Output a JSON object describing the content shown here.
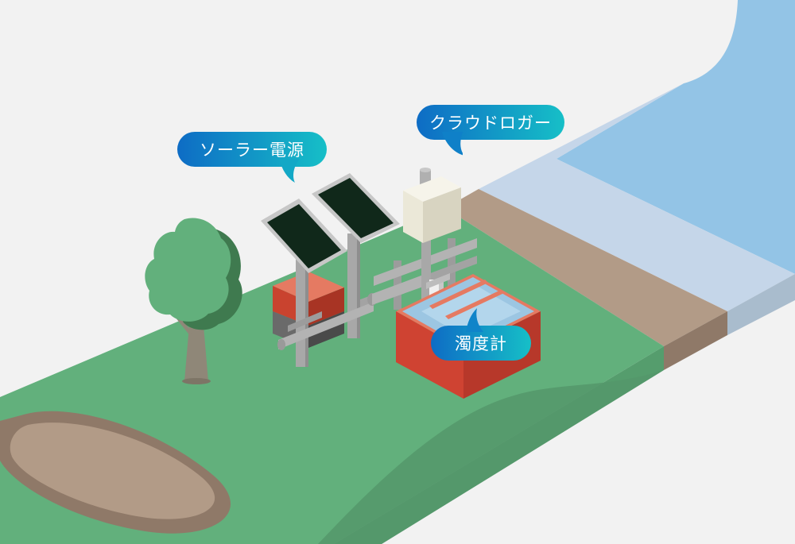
{
  "callouts": {
    "solar": {
      "label": "ソーラー電源"
    },
    "logger": {
      "label": "クラウドロガー"
    },
    "turbidity": {
      "label": "濁度計"
    }
  },
  "colors": {
    "background": "#f2f2f2",
    "grass": "#62b07c",
    "grass_dark": "#4f9468",
    "water": "#93c4e6",
    "water_light": "#c5d6e9",
    "soil": "#b29b87",
    "soil_dark": "#8f7968",
    "pole": "#a8a8a8",
    "panel": "#10281a",
    "logger_box": "#ebe8d8",
    "tank_red": "#cf4332",
    "callout_start": "#0e6cc5",
    "callout_end": "#14b8c8"
  }
}
